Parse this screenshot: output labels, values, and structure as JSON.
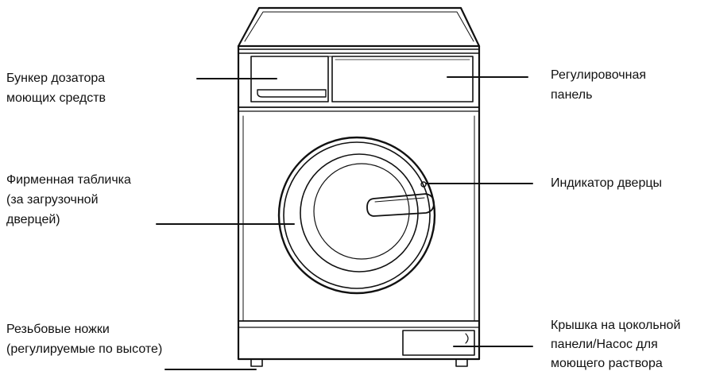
{
  "labels": {
    "dispenser": "Бункер дозатора\nмоющих средств",
    "control_panel": "Регулировочная\nпанель",
    "rating_plate": "Фирменная табличка\n(за загрузочной\nдверцей)",
    "door_indicator": "Индикатор дверцы",
    "feet": "Резьбовые ножки\n(регулируемые по высоте)",
    "pump_cover": "Крышка на цокольной\nпанели/Насос для\nмоющего раствора"
  },
  "colors": {
    "line": "#111111",
    "background": "#ffffff"
  }
}
